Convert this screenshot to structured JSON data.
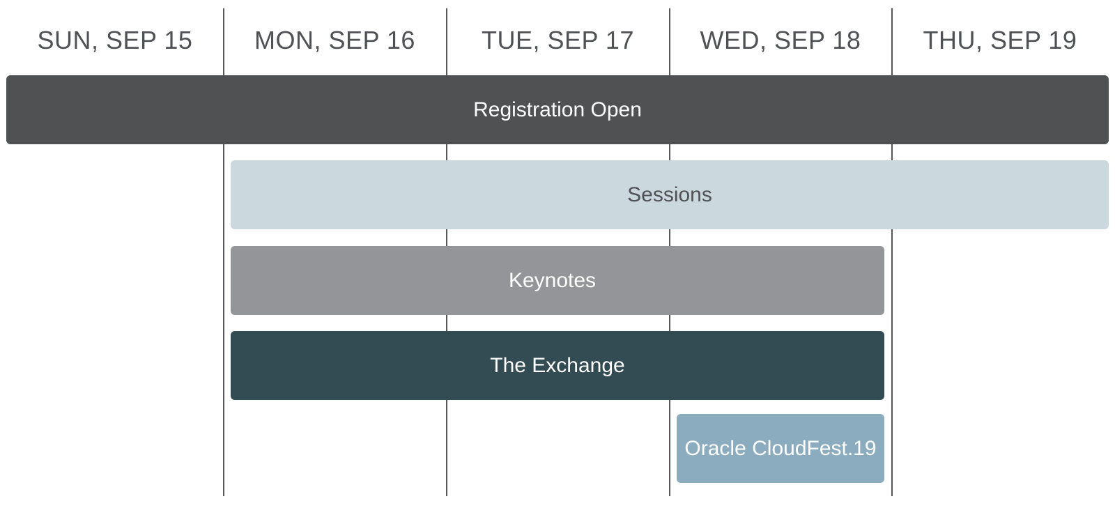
{
  "days": [
    {
      "label": "SUN, SEP 15"
    },
    {
      "label": "MON, SEP 16"
    },
    {
      "label": "TUE, SEP 17"
    },
    {
      "label": "WED, SEP 18"
    },
    {
      "label": "THU, SEP 19"
    }
  ],
  "events": [
    {
      "label": "Registration Open",
      "start_day": "SUN, SEP 15",
      "end_day": "THU, SEP 19",
      "color": "#505153"
    },
    {
      "label": "Sessions",
      "start_day": "MON, SEP 16",
      "end_day": "THU, SEP 19",
      "color": "#cbd9df"
    },
    {
      "label": "Keynotes",
      "start_day": "MON, SEP 16",
      "end_day": "WED, SEP 18",
      "color": "#939598"
    },
    {
      "label": "The Exchange",
      "start_day": "MON, SEP 16",
      "end_day": "WED, SEP 18",
      "color": "#334b53"
    },
    {
      "label": "Oracle CloudFest.19",
      "start_day": "WED, SEP 18",
      "end_day": "WED, SEP 18",
      "color": "#8aacbe"
    }
  ],
  "colors": {
    "header_text": "#4f5154",
    "divider": "#55575a",
    "background": "#ffffff"
  }
}
